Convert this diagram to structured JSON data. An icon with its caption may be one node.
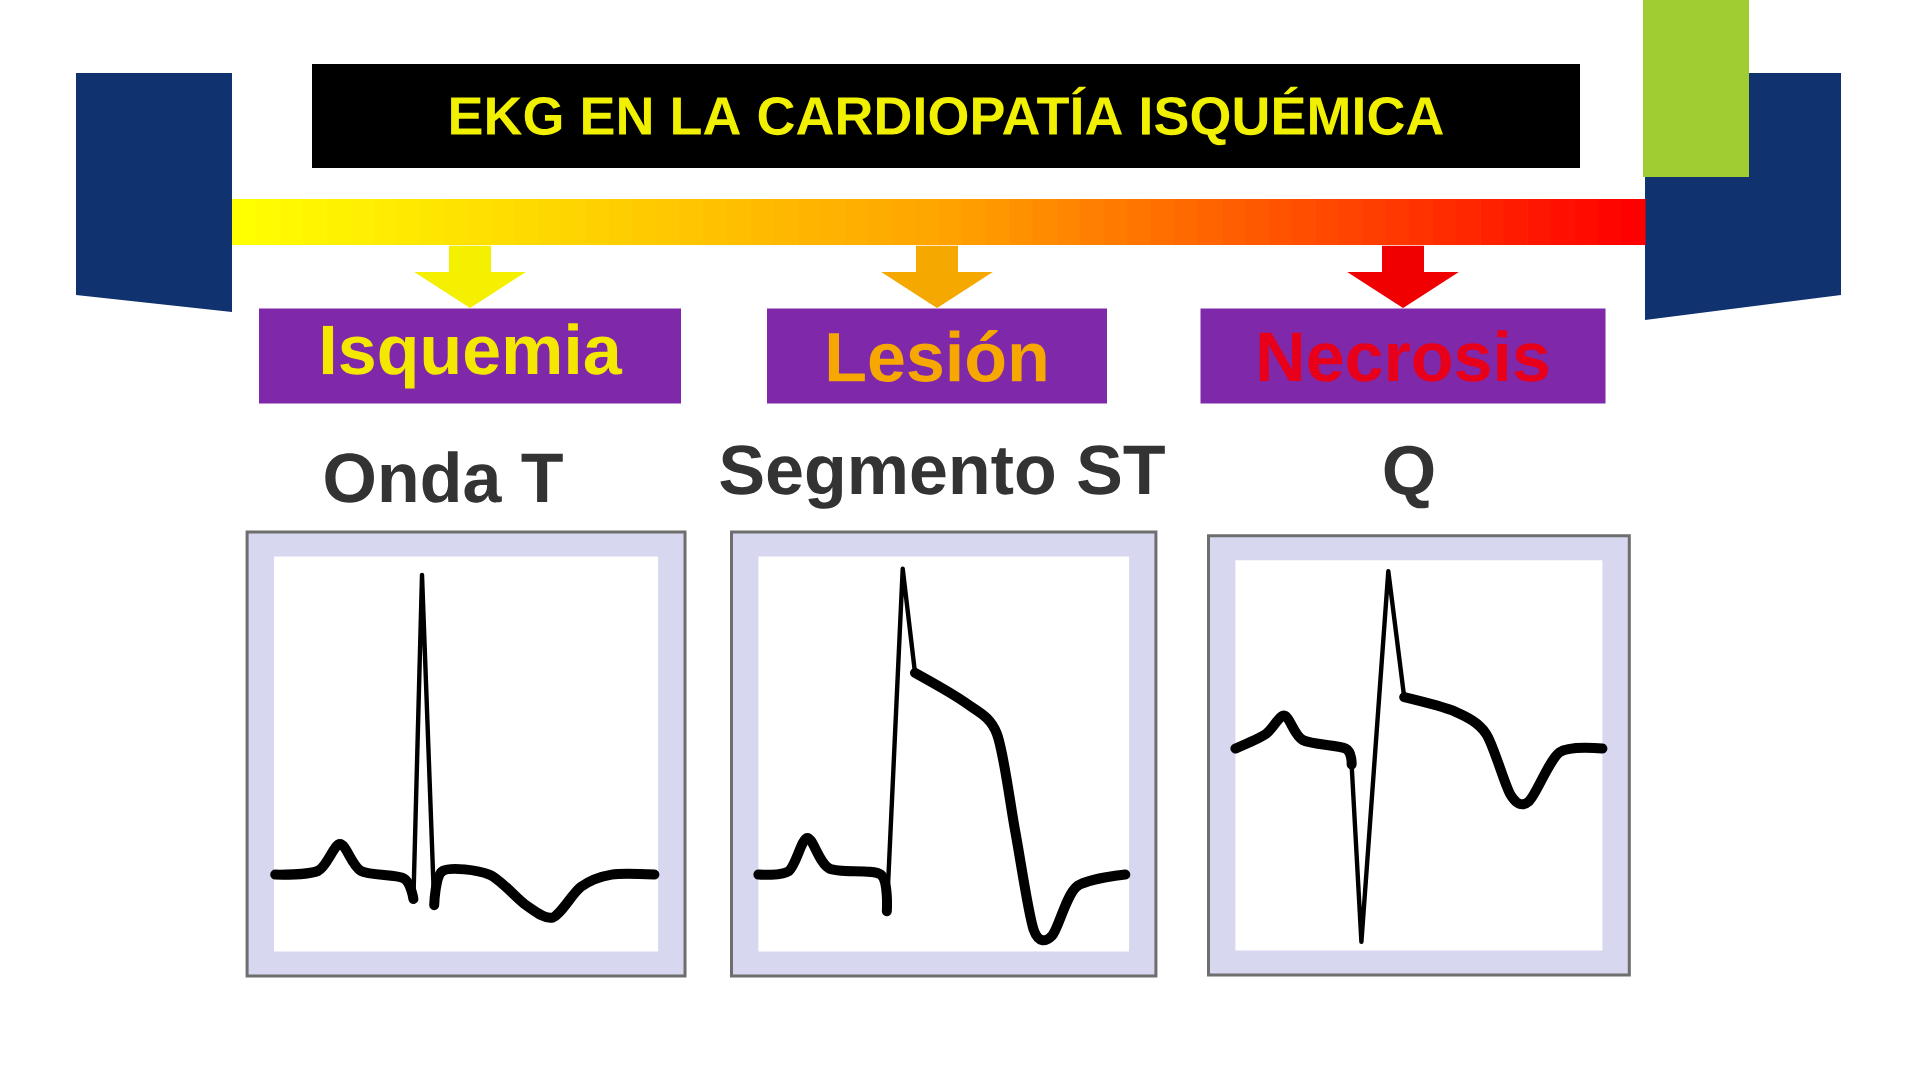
{
  "diagram": {
    "title": "EKG EN LA CARDIOPATÍA ISQUÉMICA",
    "nodes": [
      {
        "text": [],
        "shape": "bar"
      },
      {
        "text": [
          "Isquemia"
        ]
      },
      {
        "text": [
          "Lesión"
        ]
      },
      {
        "text": [
          "Necrosis"
        ]
      }
    ],
    "edges": [
      {
        "from": 0,
        "to": 1,
        "arrow": "to",
        "color": "#f5f000"
      },
      {
        "from": 0,
        "to": 2,
        "arrow": "to",
        "color": "#f5a800"
      },
      {
        "from": 0,
        "to": 3,
        "arrow": "to",
        "color": "#f00000"
      }
    ],
    "labels": [
      "Onda T",
      "Segmento ST",
      "Q"
    ]
  }
}
